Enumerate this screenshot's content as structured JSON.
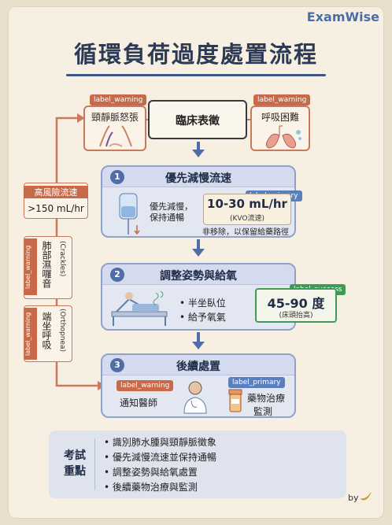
{
  "brand": "ExamWise",
  "title": "循環負荷過度處置流程",
  "top": {
    "left": {
      "tag": "label_warning",
      "label": "頸靜脈怒張"
    },
    "center": {
      "label": "臨床表徵"
    },
    "right": {
      "tag": "label_warning",
      "label": "呼吸困難"
    }
  },
  "side": {
    "high_risk": {
      "title": "高風險流速",
      "value": ">150 mL/hr"
    },
    "crackles": {
      "tag": "label_warning",
      "label": "肺部濕囉音",
      "sub": "(Crackles)"
    },
    "orthopnea": {
      "tag": "label_warning",
      "label": "端坐呼吸",
      "sub": "(Orthopnea)"
    }
  },
  "steps": [
    {
      "num": "1",
      "title": "優先減慢流速",
      "text1": "優先減慢，",
      "text2": "保持通暢",
      "tag": "label_primary",
      "value": "10-30 mL/hr",
      "value_sub": "(KVO流速)",
      "note": "非移除，以保留給藥路徑"
    },
    {
      "num": "2",
      "title": "調整姿勢與給氧",
      "bullet1": "• 半坐臥位",
      "bullet2": "• 給予氧氣",
      "tag": "label_success",
      "value": "45-90 度",
      "value_sub": "(床頭抬高)"
    },
    {
      "num": "3",
      "title": "後續處置",
      "left_tag": "label_warning",
      "left_label": "通知醫師",
      "right_tag": "label_primary",
      "right_label1": "藥物治療",
      "right_label2": "監測"
    }
  ],
  "summary": {
    "title1": "考試",
    "title2": "重點",
    "items": [
      "• 識別肺水腫與頸靜脈徵象",
      "• 優先減慢流速並保持通暢",
      "• 調整姿勢與給氧處置",
      "• 後續藥物治療與監測"
    ]
  },
  "by": "by",
  "colors": {
    "accent": "#4f6ea8",
    "warning": "#c86a4a",
    "success": "#3f9a59",
    "paper": "#f7f0e2"
  }
}
